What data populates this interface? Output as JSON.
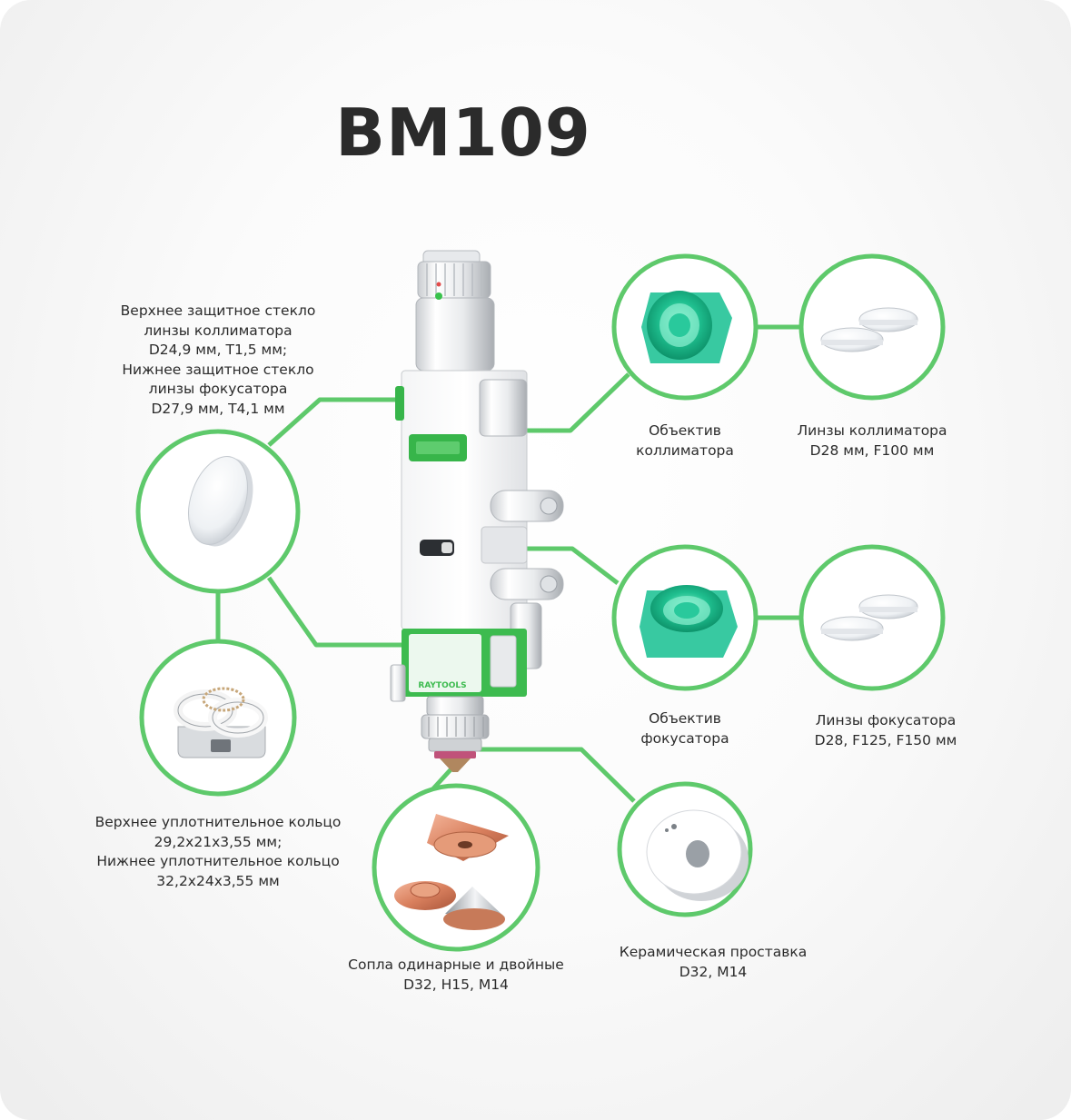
{
  "title": "BM109",
  "head_brand": "RAYTOOLS",
  "colors": {
    "accent": "#5ec96b",
    "text": "#2b2b2b",
    "lens_green": "#1fbf8f",
    "copper": "#d9805e"
  },
  "parts": {
    "protective_window": {
      "lines": [
        "Верхнее защитное стекло",
        "линзы коллиматора",
        "D24,9 мм, T1,5 мм;",
        "Нижнее защитное стекло",
        "линзы фокусатора",
        "D27,9 мм, T4,1 мм"
      ]
    },
    "seal_rings": {
      "lines": [
        "Верхнее уплотнительное кольцо",
        "29,2x21x3,55 мм;",
        "Нижнее уплотнительное кольцо",
        "32,2x24x3,55 мм"
      ]
    },
    "collimator_objective": {
      "lines": [
        "Объектив",
        "коллиматора"
      ]
    },
    "collimator_lenses": {
      "lines": [
        "Линзы коллиматора",
        "D28 мм, F100 мм"
      ]
    },
    "focus_objective": {
      "lines": [
        "Объектив",
        "фокусатора"
      ]
    },
    "focus_lenses": {
      "lines": [
        "Линзы фокусатора",
        "D28, F125, F150 мм"
      ]
    },
    "nozzles": {
      "lines": [
        "Сопла одинарные и двойные",
        "D32, H15, M14"
      ]
    },
    "ceramic": {
      "lines": [
        "Керамическая проставка",
        "D32, M14"
      ]
    }
  }
}
